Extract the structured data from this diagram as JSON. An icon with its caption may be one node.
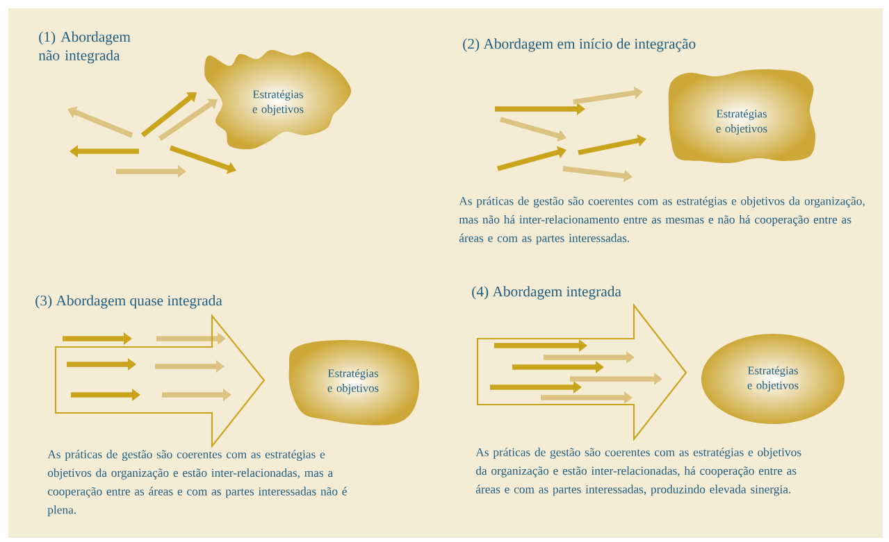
{
  "diagram": {
    "nodes": [
      {
        "text": [
          "Estratégias e objetivos"
        ]
      },
      {
        "text": [
          "Estratégias e objetivos"
        ]
      },
      {
        "text": [],
        "shape": "arrow"
      },
      {
        "text": [
          "Estratégias e objetivos"
        ]
      },
      {
        "text": [],
        "shape": "arrow"
      },
      {
        "text": [
          "Estratégias e objetivos"
        ]
      }
    ],
    "labels": [
      "(1) Abordagem não integrada",
      "(2) Abordagem em início de integração",
      "As práticas de gestão são coerentes com as estratégias e objetivos da organização, mas não há inter-relacionamento entre as mesmas e não há cooperação entre as áreas e com as partes interessadas.",
      "(3) Abordagem quase integrada",
      "As práticas de gestão são coerentes com as estratégias e objetivos da organização e estão inter-relacionadas, mas a cooperação entre as áreas e com as partes interessadas não é plena.",
      "(4) Abordagem integrada",
      "As práticas de gestão são coerentes com as estratégias e objetivos da organização e estão inter-relacionadas, há cooperação entre as áreas e com as partes interessadas, produzindo elevada sinergia."
    ]
  }
}
